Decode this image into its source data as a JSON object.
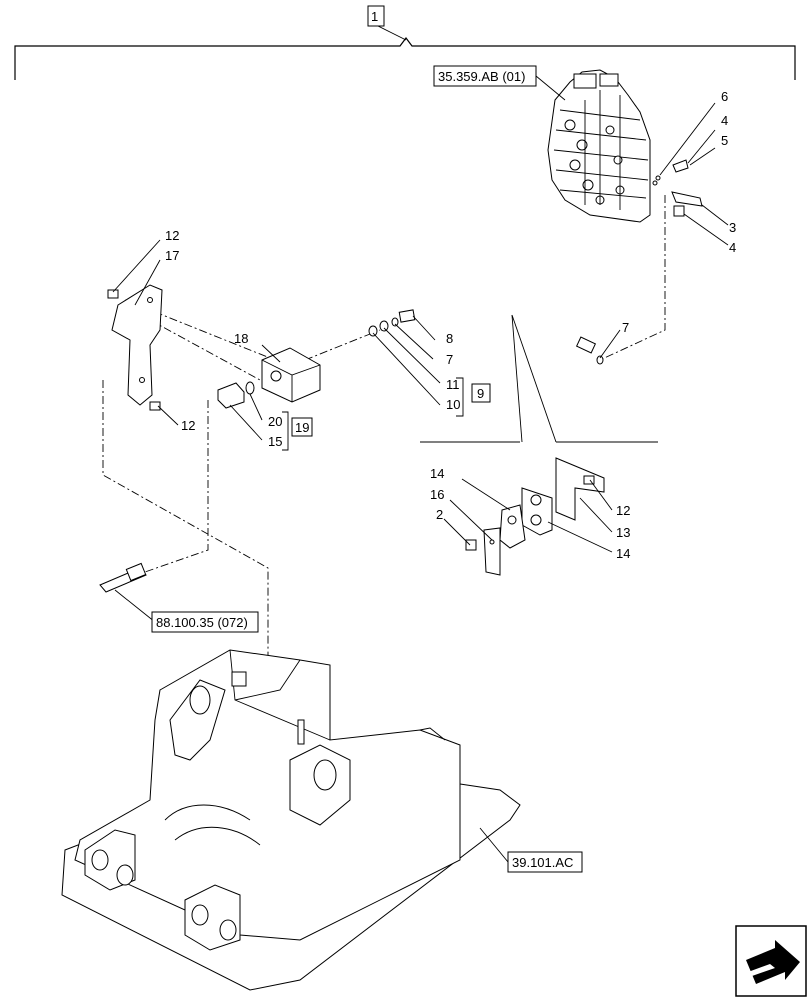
{
  "assembly_number": "1",
  "refs": {
    "valve": "35.359.AB (01)",
    "cylinder": "88.100.35 (072)",
    "frame": "39.101.AC"
  },
  "kit_numbers": {
    "hose_kit": "9",
    "adapter_kit": "19"
  },
  "callouts": {
    "c6": "6",
    "c4a": "4",
    "c5": "5",
    "c3": "3",
    "c4b": "4",
    "c12a": "12",
    "c17": "17",
    "c12b": "12",
    "c18": "18",
    "c20": "20",
    "c15": "15",
    "c8": "8",
    "c7a": "7",
    "c11": "11",
    "c10": "10",
    "c7b": "7",
    "c14a": "14",
    "c16": "16",
    "c2": "2",
    "c12c": "12",
    "c13": "13",
    "c14b": "14"
  }
}
